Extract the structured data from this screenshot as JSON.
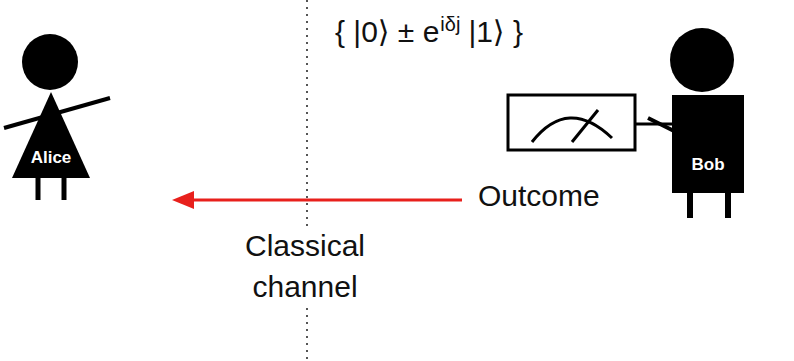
{
  "diagram": {
    "nodes": [
      {
        "text": [
          "Alice"
        ]
      },
      {
        "text": [
          "Bob"
        ]
      }
    ],
    "labels": [
      "{ |0⟩ ± e",
      "iδj",
      "|1⟩ }",
      "Outcome",
      "Classical channel"
    ]
  }
}
